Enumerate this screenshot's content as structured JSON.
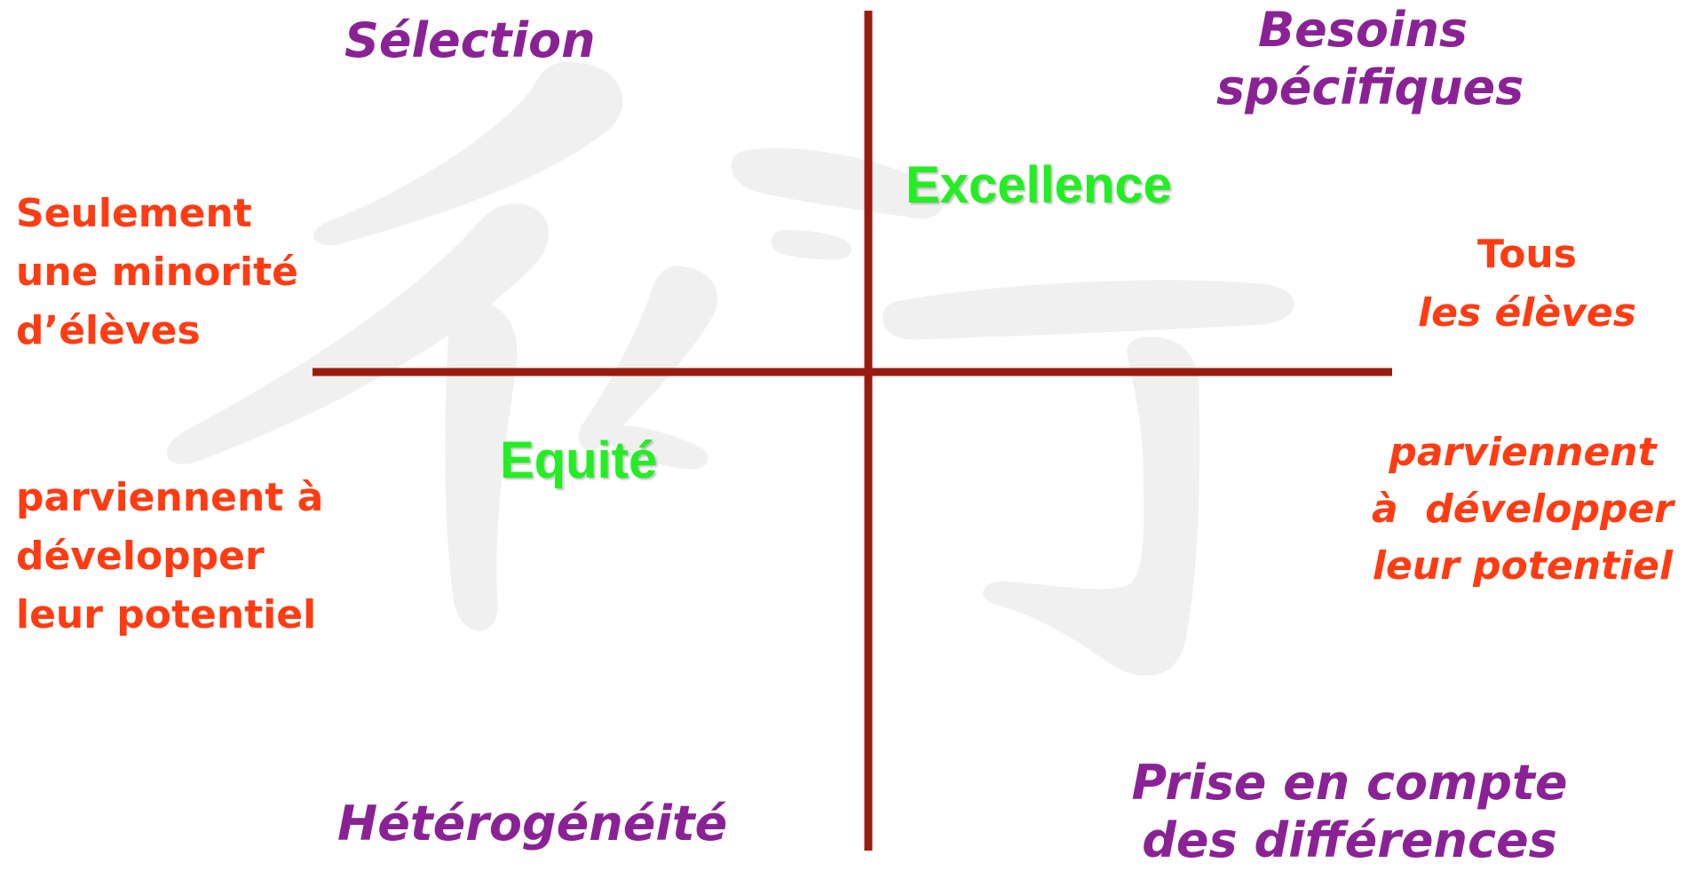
{
  "colors": {
    "axis": "#9a1c10",
    "purple_label": "#8a2296",
    "red_text": "#ff3b12",
    "green_label": "#22ee22",
    "watermark": "#f0f0f0"
  },
  "watermark": {
    "glyph_icon": "chinese-character-watermark-icon"
  },
  "top_left": {
    "title": "Sélection"
  },
  "top_right": {
    "title_lines": [
      "Besoins",
      "spécifiques"
    ]
  },
  "bottom_left": {
    "title": "Hétérogénéité"
  },
  "bottom_right": {
    "title_lines": [
      "Prise en compte",
      "des différences"
    ]
  },
  "center": {
    "excellence": "Excellence",
    "equite": "Equité"
  },
  "left_side": {
    "who_lines": [
      "Seulement",
      "une minorité",
      "d’élèves"
    ],
    "outcome_lines": [
      "parviennent à",
      "développer",
      "leur potentiel"
    ]
  },
  "right_side": {
    "who_lines": [
      "Tous",
      "les élèves"
    ],
    "outcome_lines": [
      "parviennent",
      "à  développer",
      "leur potentiel"
    ]
  }
}
